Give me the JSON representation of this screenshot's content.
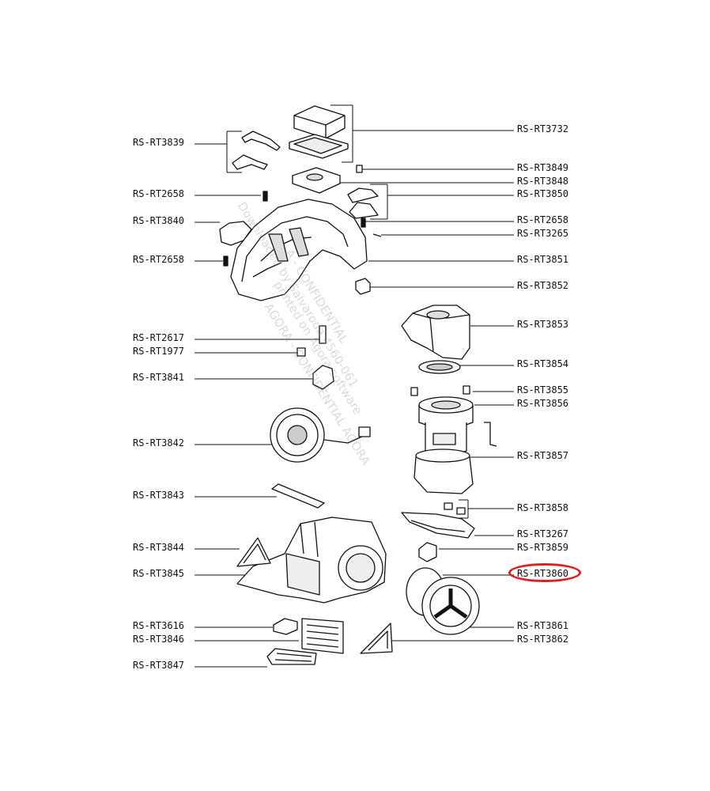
{
  "watermark": {
    "line1": "Downloaded by Salvaroda 4560-061",
    "line2": "A - CONFIDENTIAL",
    "line3": "printed on Agora software",
    "line4": "AGORA - CONFIDENTIAL AGORA"
  },
  "highlight_color": "#e02020",
  "labels_left": [
    "RS-RT3839",
    "RS-RT2658",
    "RS-RT3840",
    "RS-RT2658",
    "RS-RT2617",
    "RS-RT1977",
    "RS-RT3841",
    "RS-RT3842",
    "RS-RT3843",
    "RS-RT3844",
    "RS-RT3845",
    "RS-RT3616",
    "RS-RT3846",
    "RS-RT3847"
  ],
  "labels_right": [
    "RS-RT3732",
    "RS-RT3849",
    "RS-RT3848",
    "RS-RT3850",
    "RS-RT2658",
    "RS-RT3265",
    "RS-RT3851",
    "RS-RT3852",
    "RS-RT3853",
    "RS-RT3854",
    "RS-RT3855",
    "RS-RT3856",
    "RS-RT3857",
    "RS-RT3858",
    "RS-RT3267",
    "RS-RT3859",
    "RS-RT3860",
    "RS-RT3861",
    "RS-RT3862"
  ],
  "highlighted_part": "RS-RT3860"
}
